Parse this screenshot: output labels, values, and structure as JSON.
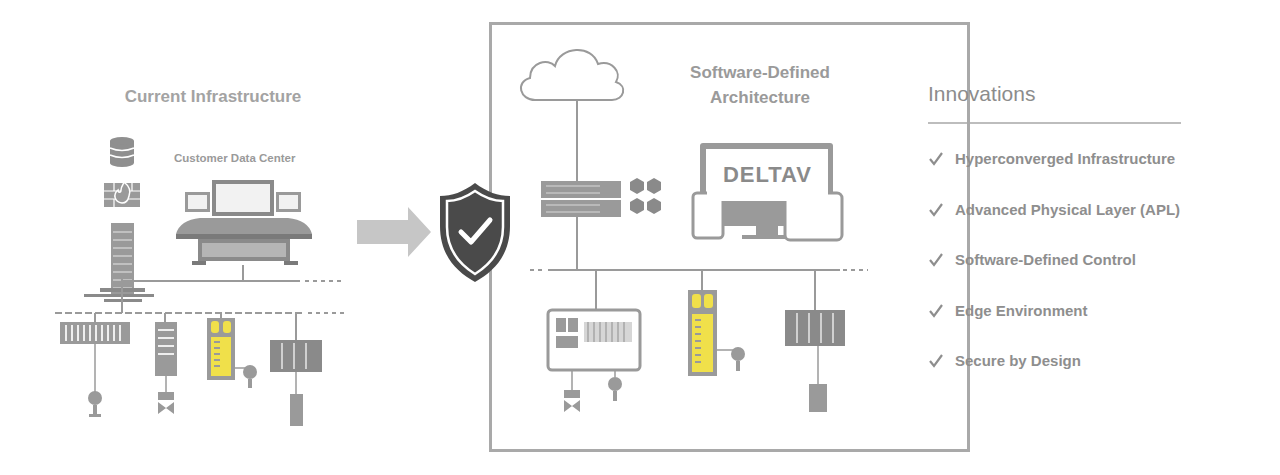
{
  "diagram": {
    "nodes": [
      {
        "text": [
          "Software-Defined Architecture"
        ]
      },
      {
        "text": [
          "DELTAV"
        ],
        "in": 0
      }
    ],
    "labels": [
      "Current Infrastructure",
      "Customer Data Center",
      "Innovations",
      "Hyperconverged Infrastructure",
      "Advanced Physical Layer (APL)",
      "Software-Defined Control",
      "Edge Environment",
      "Secure by Design"
    ]
  }
}
